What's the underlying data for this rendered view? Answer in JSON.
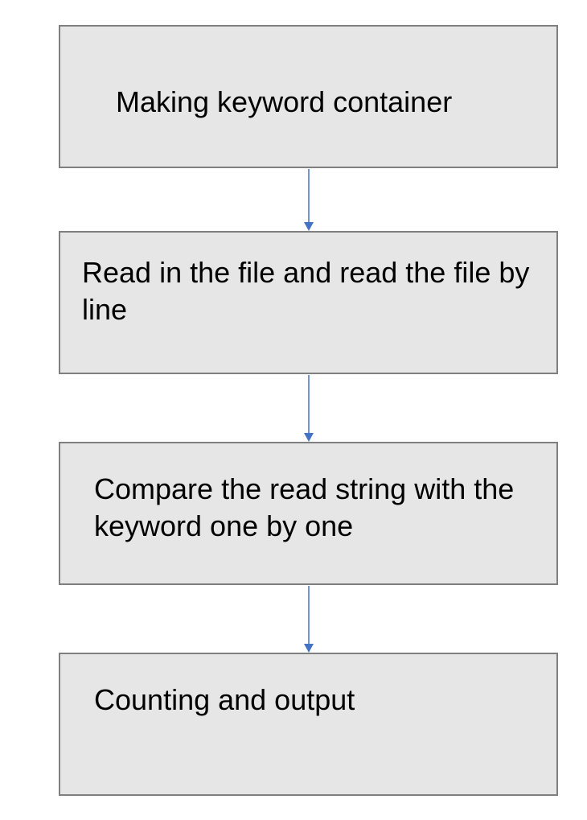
{
  "flowchart": {
    "steps": [
      {
        "label": "Making keyword container"
      },
      {
        "label": "Read in the file and read the file by line"
      },
      {
        "label": "Compare the read string with the keyword one by one"
      },
      {
        "label": "Counting and output"
      }
    ],
    "colors": {
      "box_fill": "#e6e6e6",
      "box_border": "#7f7f7f",
      "arrow": "#4472c4",
      "text": "#000000"
    }
  }
}
